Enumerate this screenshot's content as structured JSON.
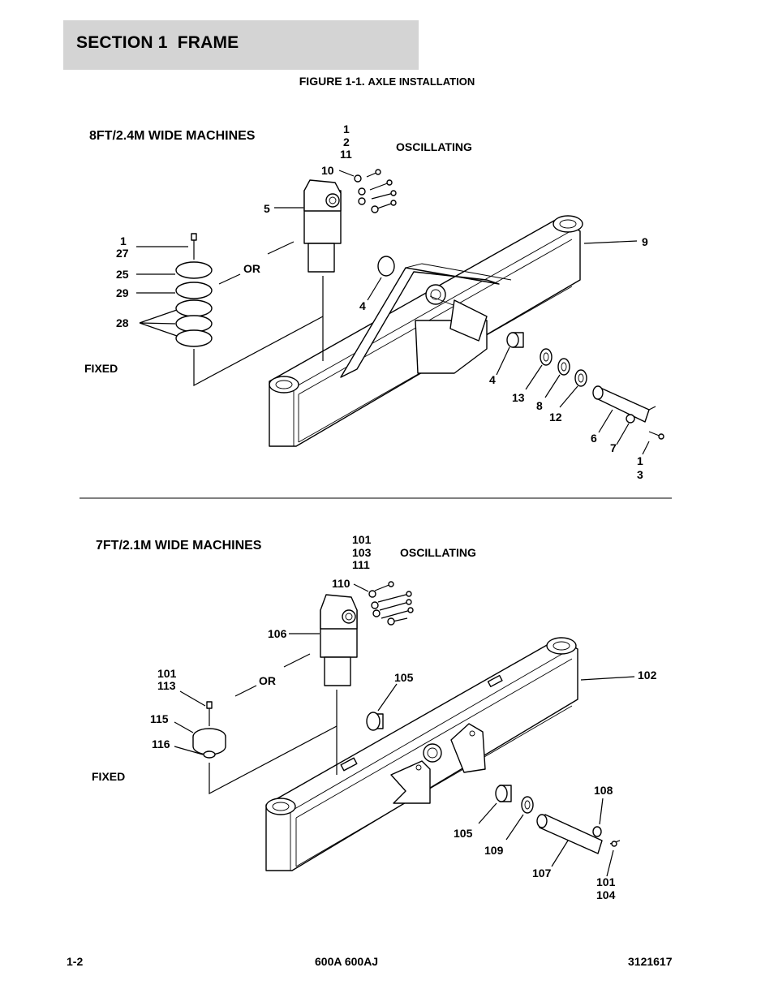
{
  "header": {
    "section_title": "SECTION 1  FRAME"
  },
  "figure": {
    "number": "FIGURE 1-1.",
    "title": "AXLE INSTALLATION"
  },
  "upper": {
    "heading": "8FT/2.4M WIDE MACHINES",
    "oscillating_label": "OSCILLATING",
    "fixed_label": "FIXED",
    "or_label": "OR",
    "callouts": {
      "c1": "1",
      "c2": "2",
      "c11": "11",
      "c10": "10",
      "c5": "5",
      "c9": "9",
      "c1b": "1",
      "c27": "27",
      "c25": "25",
      "c29": "29",
      "c28": "28",
      "c4a": "4",
      "c4b": "4",
      "c13": "13",
      "c8": "8",
      "c12": "12",
      "c6": "6",
      "c7": "7",
      "c1c": "1",
      "c3": "3"
    }
  },
  "lower": {
    "heading": "7FT/2.1M WIDE MACHINES",
    "oscillating_label": "OSCILLATING",
    "fixed_label": "FIXED",
    "or_label": "OR",
    "callouts": {
      "c101": "101",
      "c103": "103",
      "c111": "111",
      "c110": "110",
      "c106": "106",
      "c102": "102",
      "c101b": "101",
      "c113": "113",
      "c105a": "105",
      "c115": "115",
      "c116": "116",
      "c108": "108",
      "c105b": "105",
      "c109": "109",
      "c107": "107",
      "c101c": "101",
      "c104": "104"
    }
  },
  "footer": {
    "page": "1-2",
    "model": "600A 600AJ",
    "doc_number": "3121617"
  }
}
